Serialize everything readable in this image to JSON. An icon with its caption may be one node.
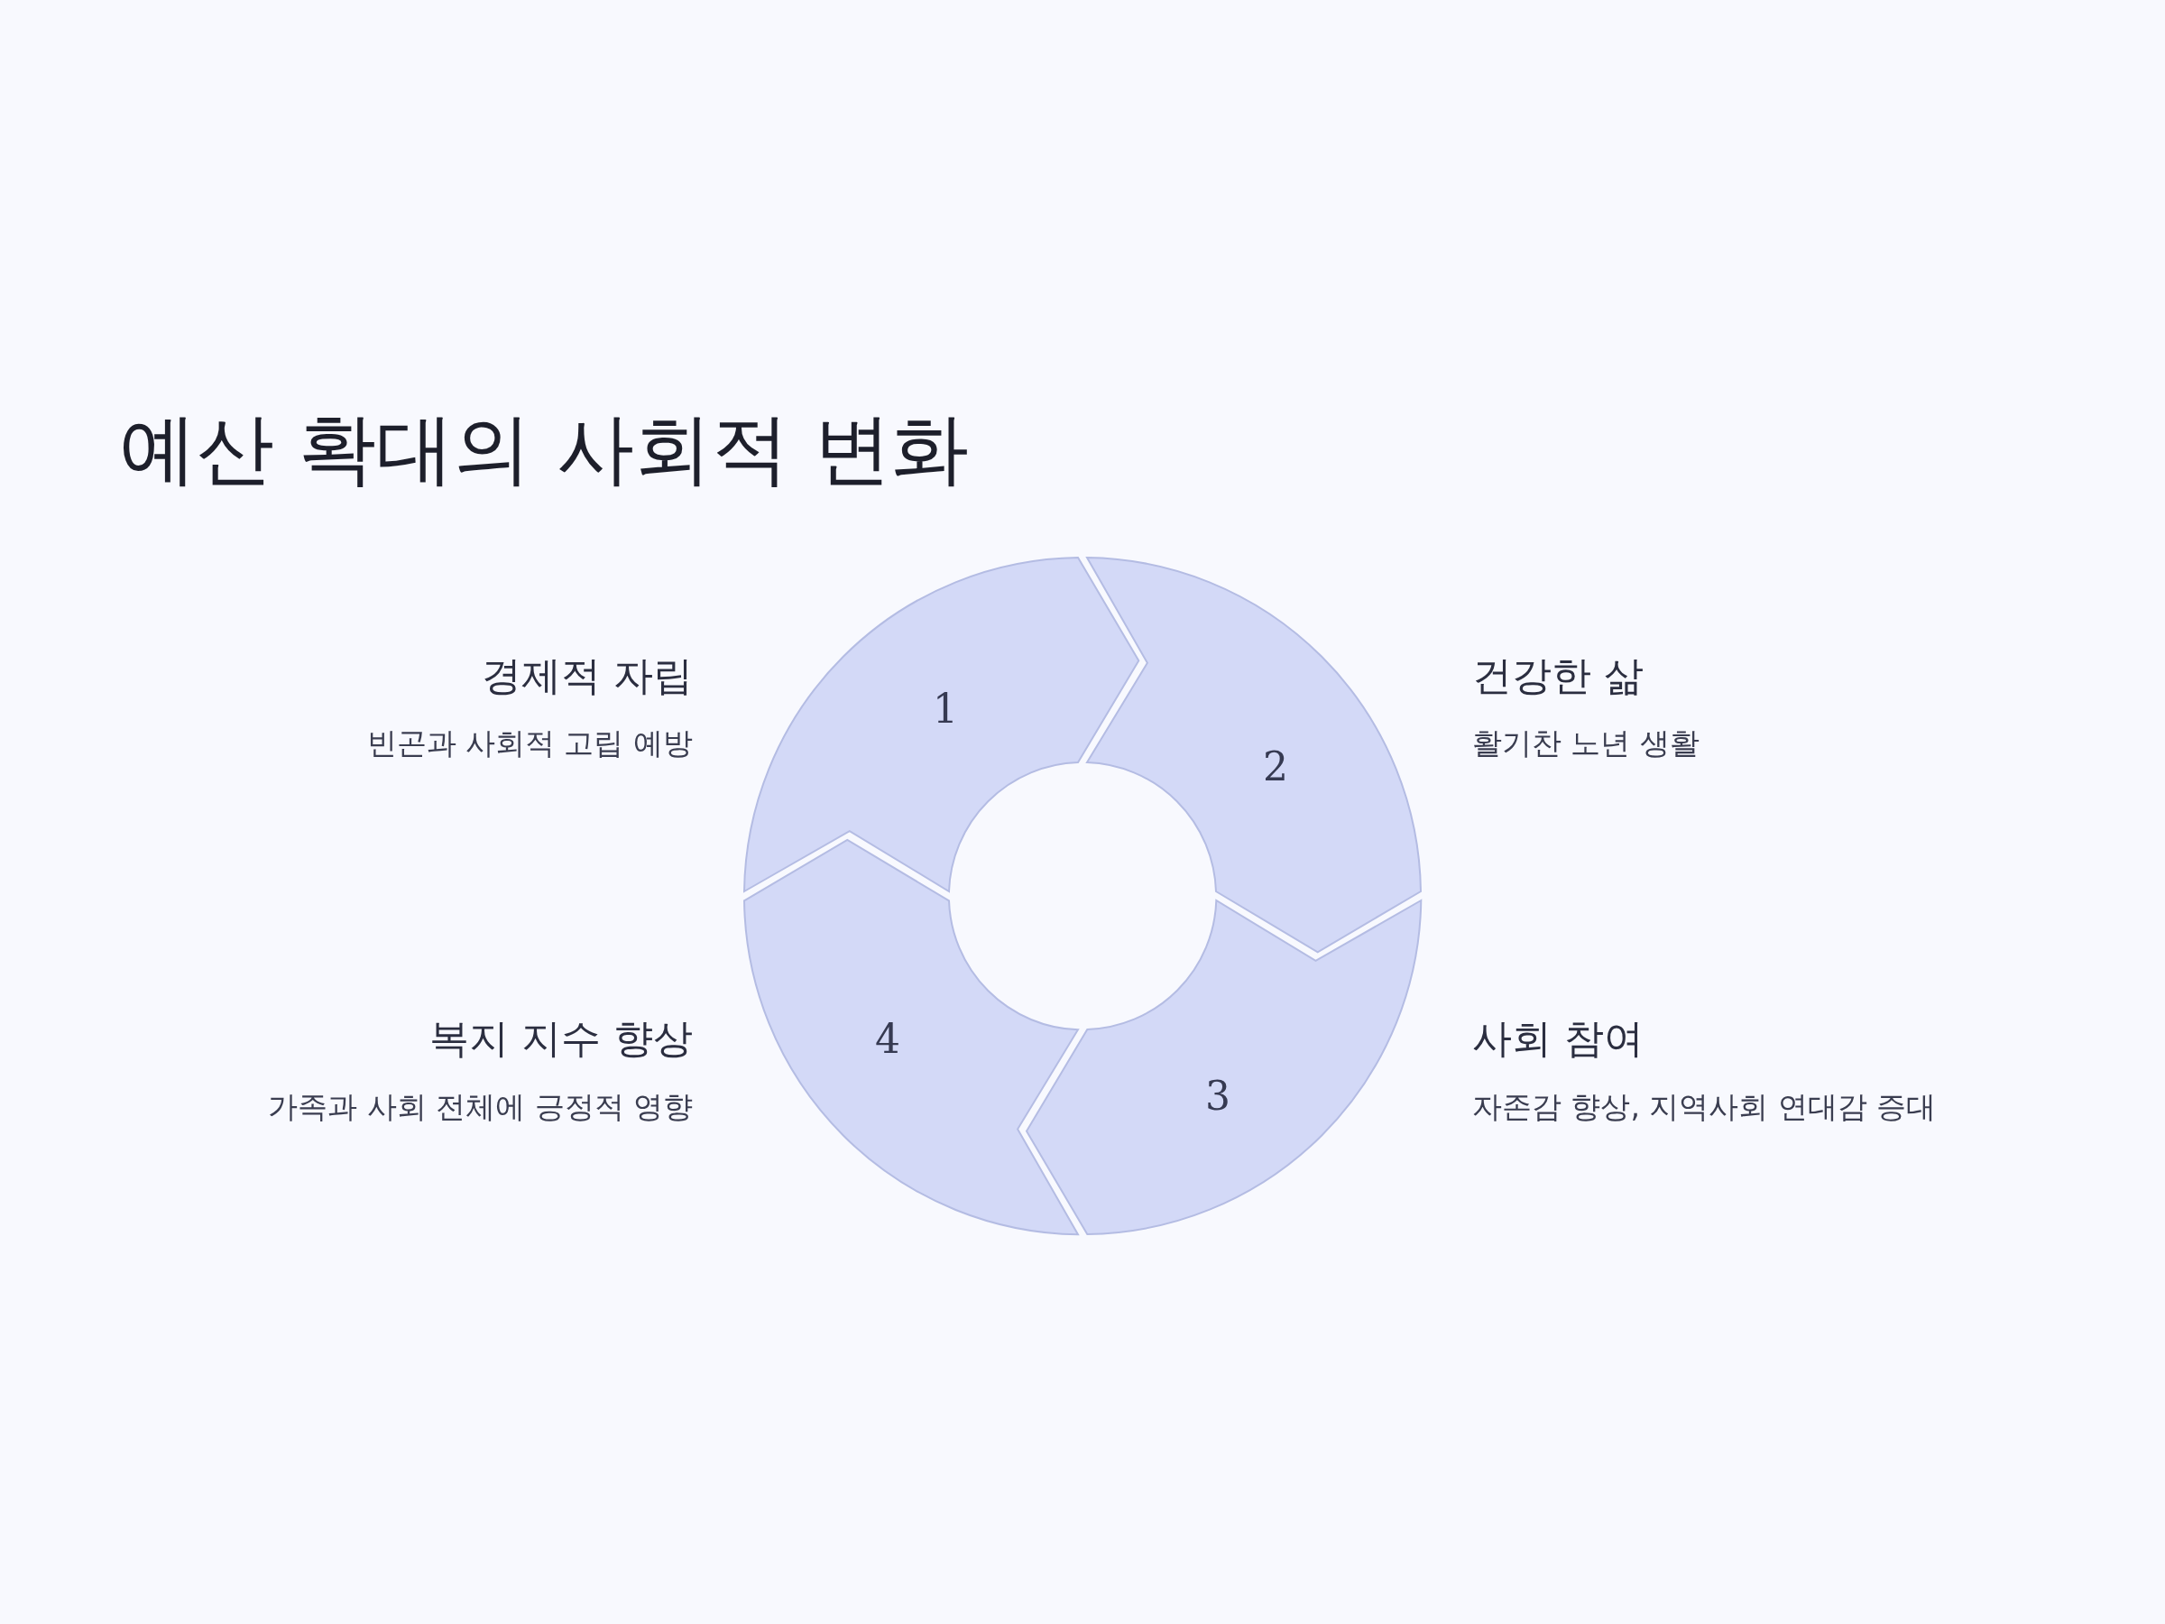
{
  "diagram": {
    "title": "예산 확대의 사회적 변화",
    "nodes": [
      {
        "text": [
          "1"
        ],
        "beside": [
          "경제적 자립",
          "빈곤과 사회적 고립 예방"
        ]
      },
      {
        "text": [
          "2"
        ],
        "beside": [
          "건강한 삶",
          "활기찬 노년 생활"
        ]
      },
      {
        "text": [
          "3"
        ],
        "beside": [
          "사회 참여",
          "자존감 향상, 지역사회 연대감 증대"
        ]
      },
      {
        "text": [
          "4"
        ],
        "beside": [
          "복지 지수 향상",
          "가족과 사회 전체에 긍정적 영향"
        ]
      }
    ]
  }
}
